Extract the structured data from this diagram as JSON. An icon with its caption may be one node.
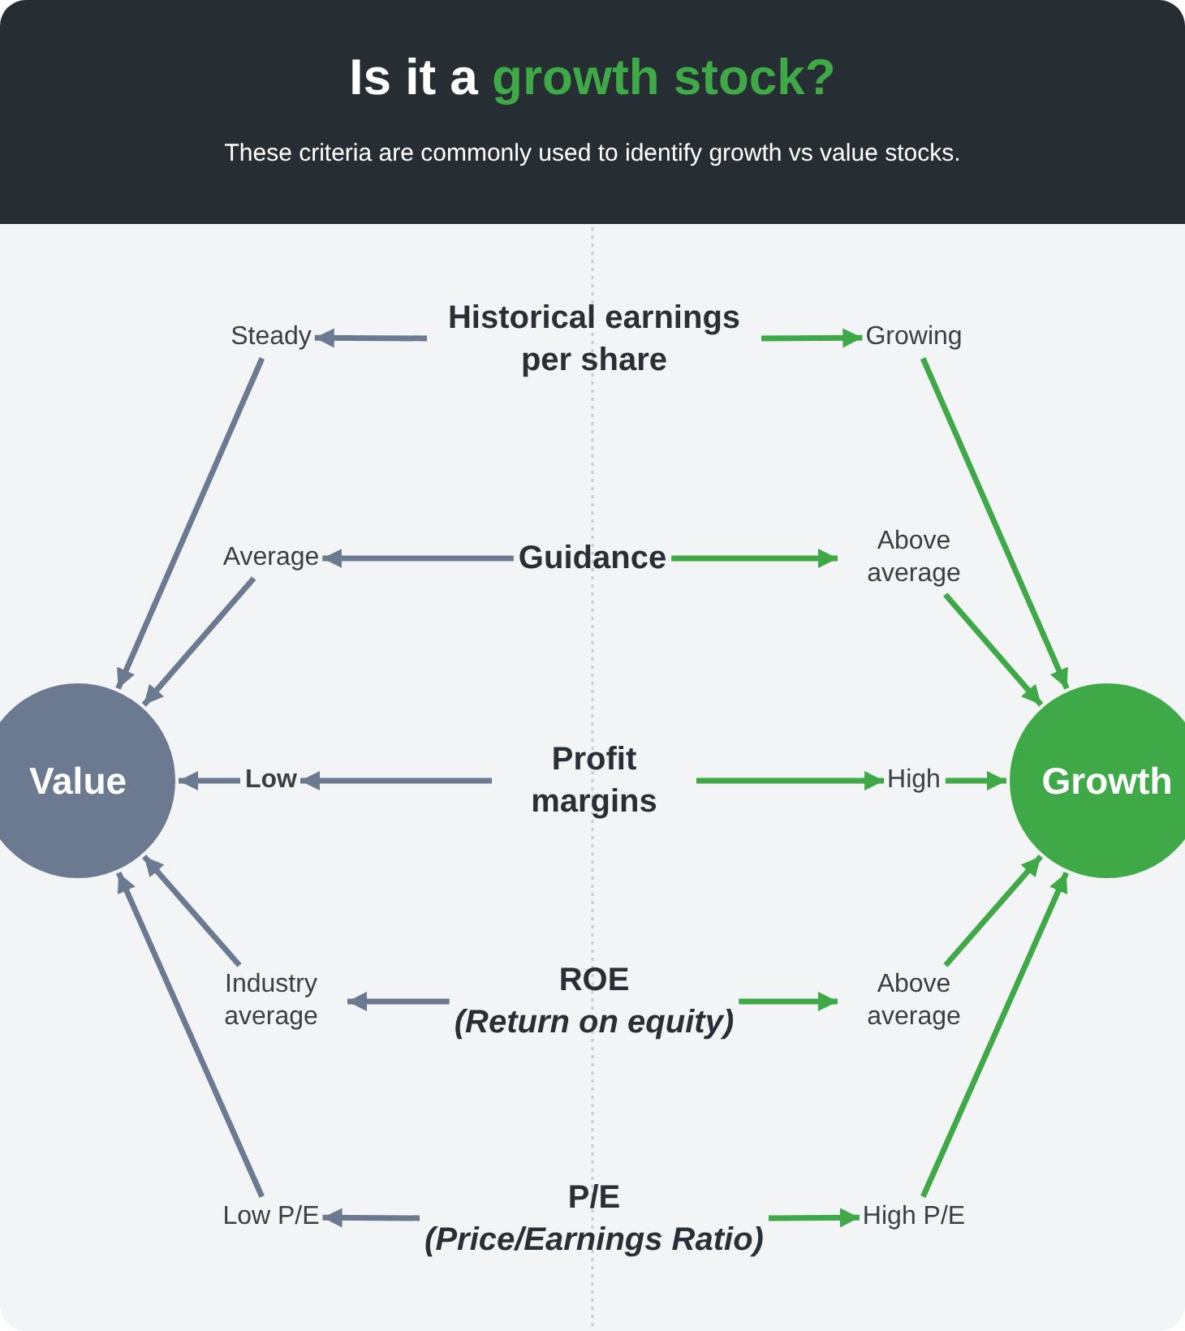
{
  "diagram": {
    "title": "Is it a **growth stock?**",
    "caption": "These criteria are commonly used to identify growth vs value stocks.",
    "nodes": [
      {
        "text": [
          "Steady"
        ]
      },
      {
        "text": [
          "Historical earnings per share"
        ]
      },
      {
        "text": [
          "Growing"
        ]
      },
      {
        "text": [
          "Average"
        ]
      },
      {
        "text": [
          "Guidance"
        ]
      },
      {
        "text": [
          "Above average"
        ]
      },
      {
        "text": [
          "Value"
        ]
      },
      {
        "text": [
          "Low"
        ]
      },
      {
        "text": [
          "Profit margins"
        ]
      },
      {
        "text": [
          "High"
        ]
      },
      {
        "text": [
          "Growth"
        ]
      },
      {
        "text": [
          "Industry average"
        ]
      },
      {
        "text": [
          "ROE",
          "(Return on equity)"
        ]
      },
      {
        "text": [
          "Above average"
        ]
      },
      {
        "text": [
          "Low P/E"
        ]
      },
      {
        "text": [
          "P/E",
          "(Price/Earnings Ratio)"
        ]
      },
      {
        "text": [
          "High P/E"
        ]
      }
    ],
    "edges": [
      {
        "from": 1,
        "to": 0,
        "arrow": "to",
        "color": "#6b7a90"
      },
      {
        "from": 1,
        "to": 2,
        "arrow": "to",
        "color": "#3fa847"
      },
      {
        "from": 4,
        "to": 3,
        "arrow": "to",
        "color": "#6b7a90"
      },
      {
        "from": 4,
        "to": 5,
        "arrow": "to",
        "color": "#3fa847"
      },
      {
        "from": 8,
        "to": 7,
        "arrow": "to",
        "color": "#6b7a90"
      },
      {
        "from": 8,
        "to": 9,
        "arrow": "to",
        "color": "#3fa847"
      },
      {
        "from": 12,
        "to": 11,
        "arrow": "to",
        "color": "#6b7a90"
      },
      {
        "from": 12,
        "to": 13,
        "arrow": "to",
        "color": "#3fa847"
      },
      {
        "from": 15,
        "to": 14,
        "arrow": "to",
        "color": "#6b7a90"
      },
      {
        "from": 15,
        "to": 16,
        "arrow": "to",
        "color": "#3fa847"
      },
      {
        "from": 0,
        "to": 6,
        "arrow": "to",
        "color": "#6b7a90"
      },
      {
        "from": 3,
        "to": 6,
        "arrow": "to",
        "color": "#6b7a90"
      },
      {
        "from": 7,
        "to": 6,
        "arrow": "to",
        "color": "#6b7a90"
      },
      {
        "from": 11,
        "to": 6,
        "arrow": "to",
        "color": "#6b7a90"
      },
      {
        "from": 14,
        "to": 6,
        "arrow": "to",
        "color": "#6b7a90"
      },
      {
        "from": 2,
        "to": 10,
        "arrow": "to",
        "color": "#3fa847"
      },
      {
        "from": 5,
        "to": 10,
        "arrow": "to",
        "color": "#3fa847"
      },
      {
        "from": 9,
        "to": 10,
        "arrow": "to",
        "color": "#3fa847"
      },
      {
        "from": 13,
        "to": 10,
        "arrow": "to",
        "color": "#3fa847"
      },
      {
        "from": 16,
        "to": 10,
        "arrow": "to",
        "color": "#3fa847"
      }
    ]
  }
}
